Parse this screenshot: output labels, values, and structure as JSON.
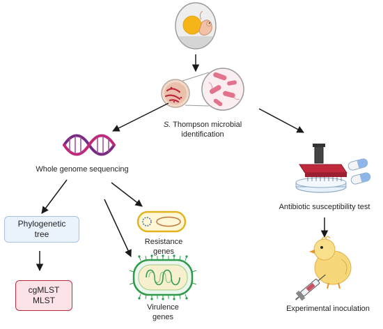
{
  "nodes": {
    "identification": {
      "italic": "S.",
      "line1_rest": " Thompson microbial",
      "line2": "identification"
    },
    "wgs": {
      "label": "Whole genome sequencing"
    },
    "ast": {
      "label": "Antibiotic susceptibility test"
    },
    "phylo": {
      "line1": "Phylogenetic",
      "line2": "tree"
    },
    "mlst": {
      "line1": "cgMLST",
      "line2": "MLST"
    },
    "resistance": {
      "line1": "Resistance",
      "line2": "genes"
    },
    "virulence": {
      "line1": "Virulence",
      "line2": "genes"
    },
    "inoculation": {
      "label": "Experimental inoculation"
    }
  },
  "colors": {
    "egg_yolk": "#f5b417",
    "bacteria_pink": "#e2738c",
    "dna_purple": "#7a2a82",
    "dna_magenta": "#c0287a",
    "box_blue_border": "#a9c3e6",
    "box_red_border": "#c0283c",
    "gene_green": "#2e9a4a",
    "chick_yellow": "#f6d77a",
    "pill_blue": "#8fb6e8",
    "stamp_red": "#c0283c"
  },
  "icons": [
    "egg-embryo-icon",
    "petri-dish-icon",
    "microscope-zoom-icon",
    "dna-helix-icon",
    "plasmid-bacterium-icon",
    "virulent-bacterium-icon",
    "replicator-stamp-icon",
    "pill-icon",
    "chick-icon",
    "syringe-icon"
  ]
}
